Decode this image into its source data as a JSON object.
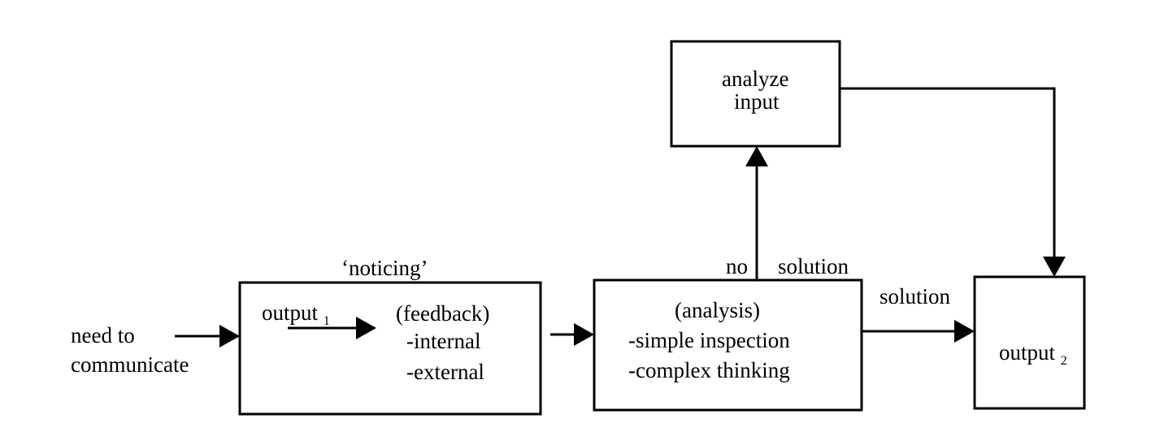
{
  "diagram": {
    "input_label_line1": "need to",
    "input_label_line2": "communicate",
    "noticing_caption": "‘noticing’",
    "noticing_box": {
      "output_label": "output",
      "output_subscript": "1",
      "feedback": "(feedback)",
      "internal": "-internal",
      "external": "-external"
    },
    "analysis_box": {
      "line1": "(analysis)",
      "line2": "-simple inspection",
      "line3": "-complex thinking"
    },
    "analyze_box": {
      "line1": "analyze",
      "line2": "input"
    },
    "no_label": "no",
    "no_solution_label": "solution",
    "solution_label": "solution",
    "output2_box": {
      "label": "output",
      "subscript": "2"
    }
  }
}
